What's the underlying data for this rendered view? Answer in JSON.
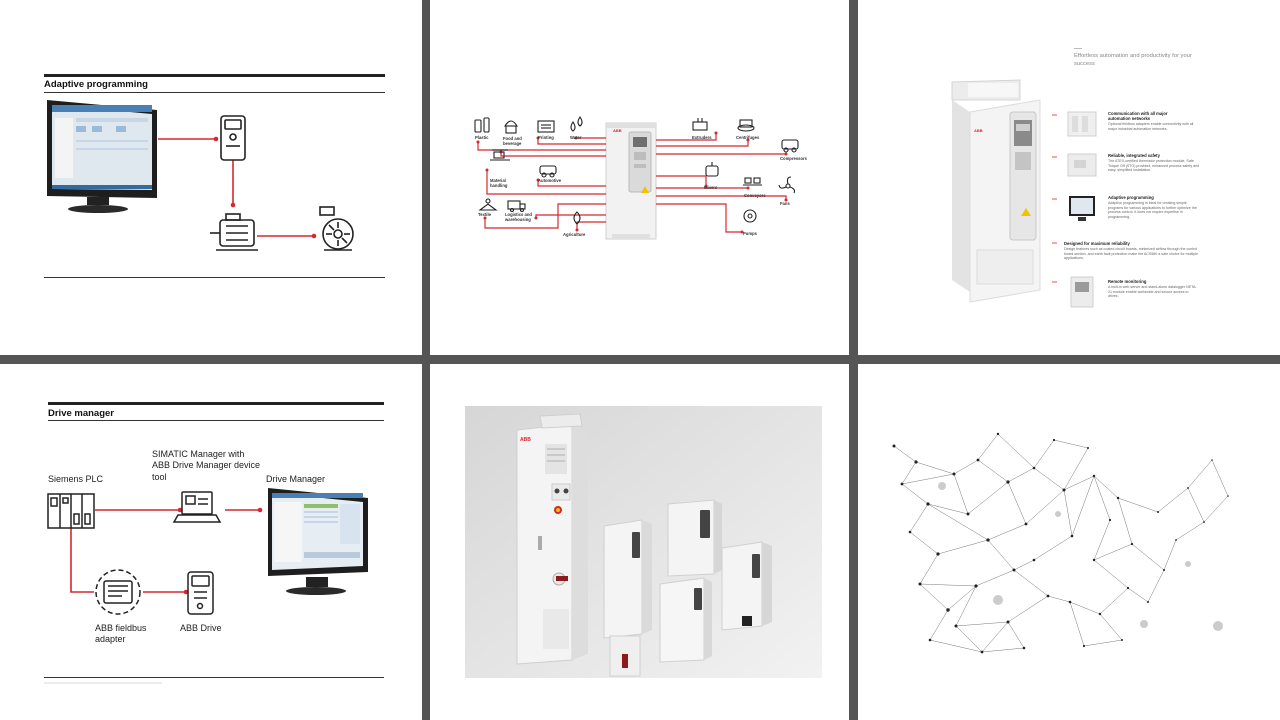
{
  "slide1": {
    "title": "Adaptive programming"
  },
  "slide2": {
    "left_labels": [
      "Plastic",
      "Food and beverage",
      "Printing",
      "Water",
      "Material handling",
      "Automotive",
      "Textile",
      "Logistics and warehousing",
      "Agriculture"
    ],
    "right_labels": [
      "Extruders",
      "Centrifuges",
      "Compressors",
      "Mixers",
      "Conveyors",
      "Fans",
      "Pumps"
    ],
    "brand": "ABB"
  },
  "slide3": {
    "heading": "Effortless automation and productivity for your success",
    "features": [
      {
        "title": "Communication with all major automation networks",
        "body": "Optional fieldbus adapters enable connectivity with all major industrial automation networks."
      },
      {
        "title": "Reliable, integrated safety",
        "body": "The ATEX-certified thermistor protection module, Safe Torque Off (STO) provided, enhanced process safety and easy, simplified installation."
      },
      {
        "title": "Adaptive programming",
        "body": "Adaptive programming is ideal for creating simple programs for various applications to further optimize the process control. It does not require expertise in programming."
      },
      {
        "title": "Designed for maximum reliability",
        "body": "Design features such as coated circuit boards, minimized airflow through the control board section, and earth fault protection make the ACS580 a safe choice for multiple applications."
      },
      {
        "title": "Remote monitoring",
        "body": "A built-in web server and stand-alone datalogger NETA-21 module enable worldwide and secure access to drives."
      }
    ]
  },
  "slide4": {
    "title": "Drive manager",
    "labels": {
      "plc": "Siemens PLC",
      "simatic": "SIMATIC Manager with ABB Drive Manager device tool",
      "drive_manager": "Drive Manager",
      "fieldbus": "ABB fieldbus adapter",
      "drive": "ABB Drive"
    }
  },
  "colors": {
    "accent_red": "#d5282f",
    "frame_gray": "#555555"
  }
}
